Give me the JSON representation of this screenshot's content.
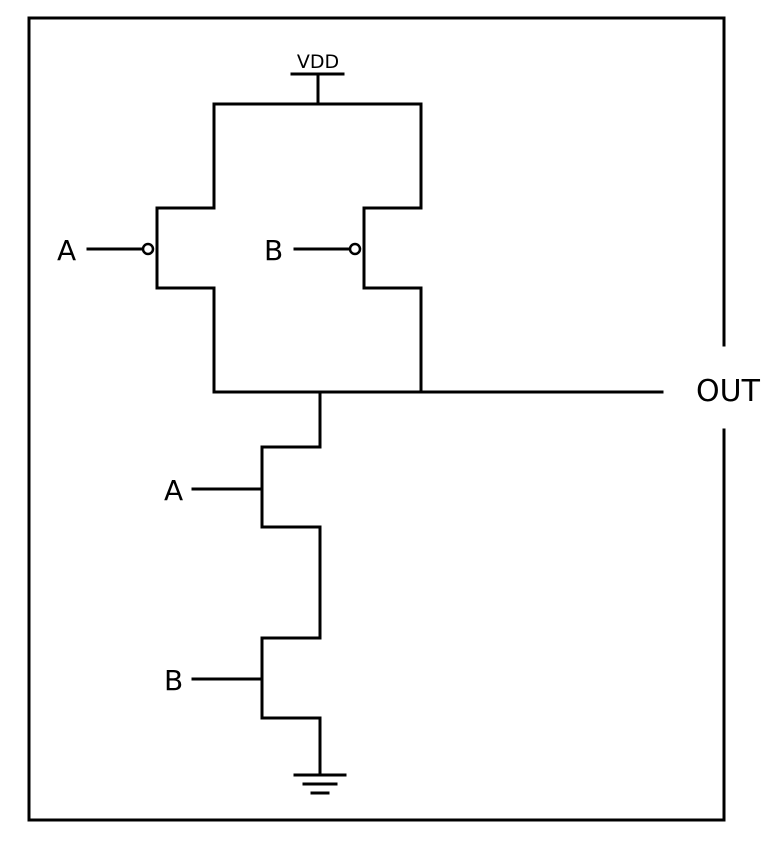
{
  "diagram": {
    "type": "CMOS NAND gate schematic",
    "supply_label": "VDD",
    "output_label": "OUT",
    "pmos": [
      {
        "gate_label": "A"
      },
      {
        "gate_label": "B"
      }
    ],
    "nmos": [
      {
        "gate_label": "A"
      },
      {
        "gate_label": "B"
      }
    ],
    "ground_symbol": "ground-icon",
    "colors": {
      "ink": "#000000",
      "background": "#ffffff"
    }
  }
}
